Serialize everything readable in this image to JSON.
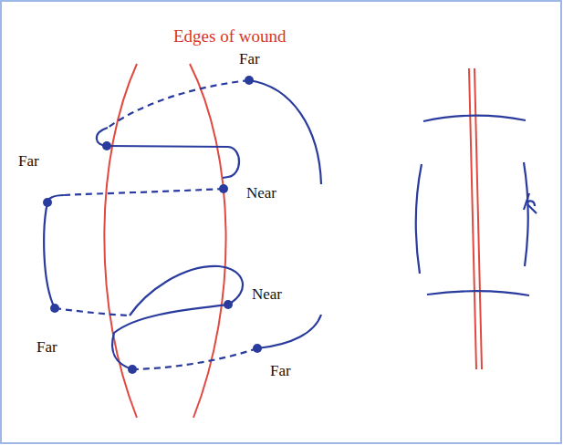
{
  "diagram": {
    "title": "Edges of wound",
    "labels": [
      "Far",
      "Far",
      "Near",
      "Near",
      "Far",
      "Far"
    ]
  }
}
